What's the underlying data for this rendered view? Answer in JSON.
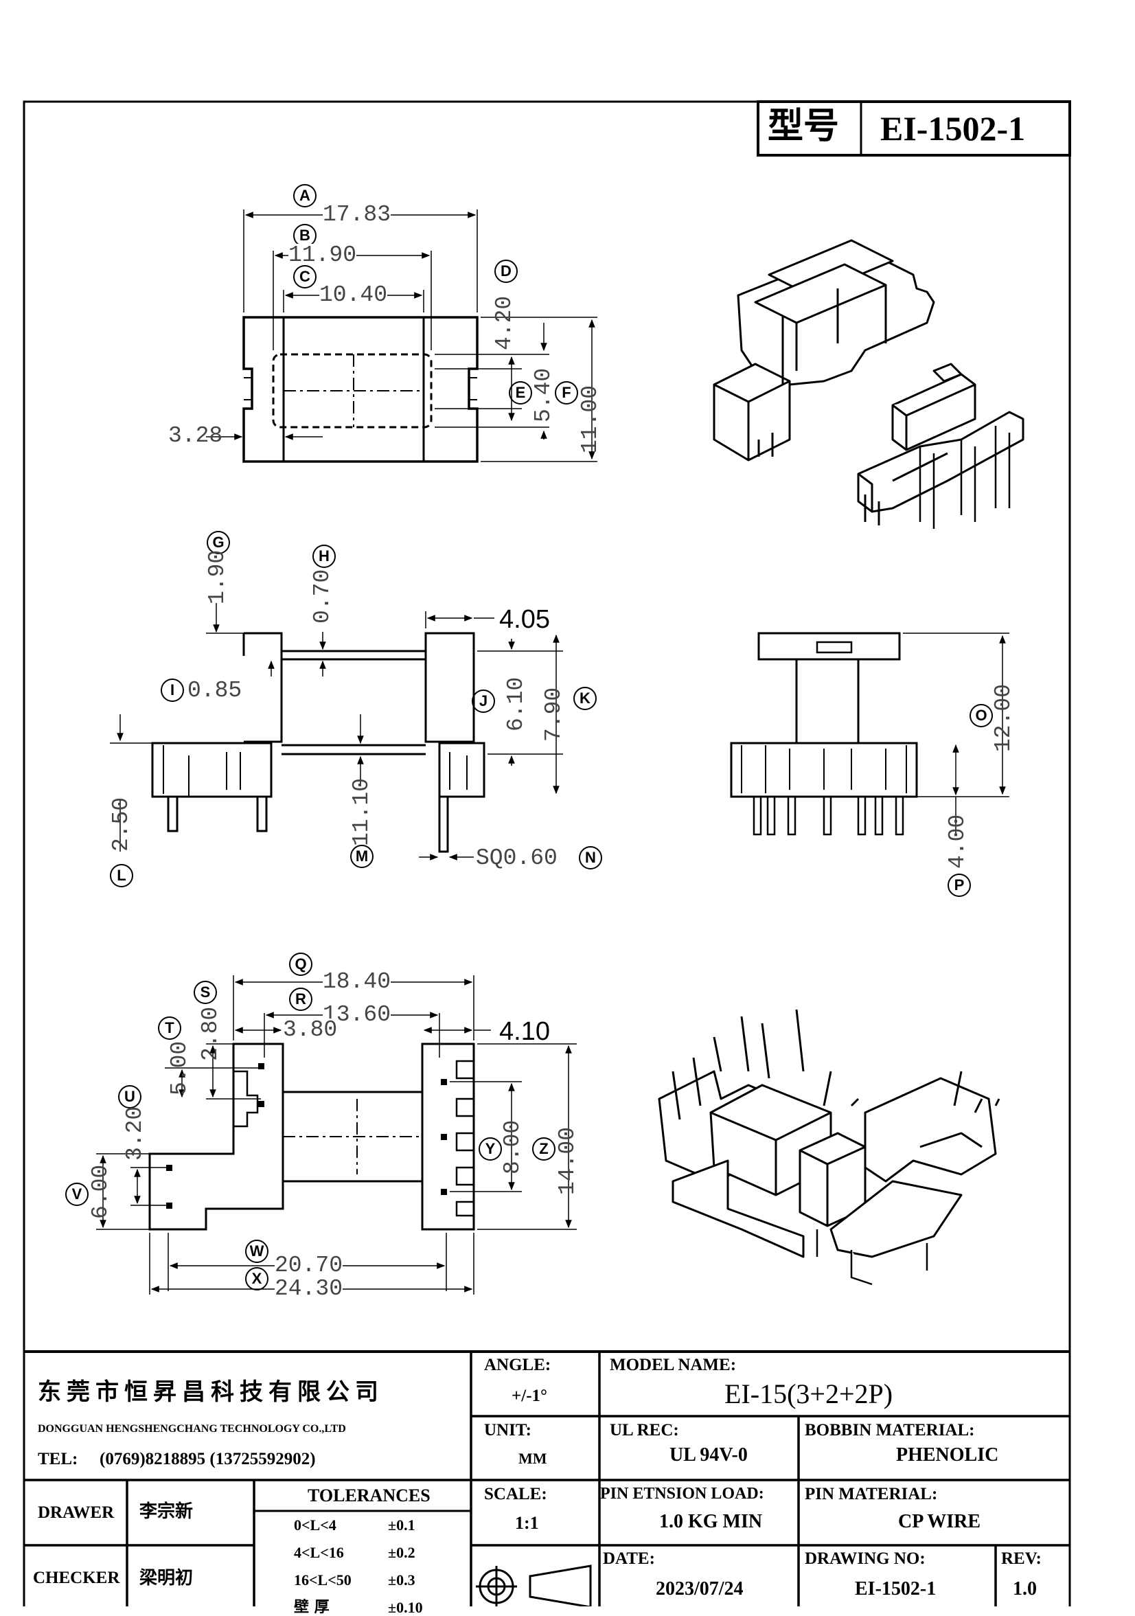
{
  "header": {
    "model_label": "型号",
    "model_value": "EI-1502-1"
  },
  "dimensions": {
    "A": "17.83",
    "B": "11.90",
    "C": "10.40",
    "D": "4.20",
    "E": "5.40",
    "F": "11.00",
    "left_width": "3.28",
    "G": "1.90",
    "H": "0.70",
    "I": "0.85",
    "top_right": "4.05",
    "J": "6.10",
    "K": "7.90",
    "L": "2.50",
    "M": "11.10",
    "N": "SQ0.60",
    "O": "12.00",
    "P": "4.00",
    "Q": "18.40",
    "R": "13.60",
    "S": "3.80",
    "bottom_right": "4.10",
    "T": "2.80",
    "U": "5.00",
    "V": "6.00",
    "V2": "3.20",
    "Y": "8.00",
    "Z": "14.00",
    "W": "20.70",
    "X": "24.30"
  },
  "labels": {
    "A": "A",
    "B": "B",
    "C": "C",
    "D": "D",
    "E": "E",
    "F": "F",
    "G": "G",
    "H": "H",
    "I": "I",
    "J": "J",
    "K": "K",
    "L": "L",
    "M": "M",
    "N": "N",
    "O": "O",
    "P": "P",
    "Q": "Q",
    "R": "R",
    "S": "S",
    "T": "T",
    "U": "U",
    "V": "V",
    "W": "W",
    "X": "X",
    "Y": "Y",
    "Z": "Z"
  },
  "title_block": {
    "company_cn": "东莞市恒昇昌科技有限公司",
    "company_en": "DONGGUAN HENGSHENGCHANG  TECHNOLOGY CO.,LTD",
    "tel_label": "TEL:",
    "tel_value": "(0769)8218895 (13725592902)",
    "angle_label": "ANGLE:",
    "angle_value": "+/-1°",
    "model_name_label": "MODEL NAME:",
    "model_name_value": "EI-15(3+2+2P)",
    "unit_label": "UNIT:",
    "unit_value": "MM",
    "ul_label": "UL REC:",
    "ul_value": "UL 94V-0",
    "bobbin_label": "BOBBIN MATERIAL:",
    "bobbin_value": "PHENOLIC",
    "drawer_label": "DRAWER",
    "drawer_value": "李宗新",
    "checker_label": "CHECKER",
    "checker_value": "梁明初",
    "tolerances_label": "TOLERANCES",
    "tolerances": [
      {
        "range": "0<L<4",
        "tol": "±0.1"
      },
      {
        "range": "4<L<16",
        "tol": "±0.2"
      },
      {
        "range": "16<L<50",
        "tol": "±0.3"
      },
      {
        "range": "壁   厚",
        "tol": "±0.10"
      }
    ],
    "scale_label": "SCALE:",
    "scale_value": "1:1",
    "pin_tension_label": "PIN ETNSION LOAD:",
    "pin_tension_value": "1.0 KG MIN",
    "pin_material_label": "PIN MATERIAL:",
    "pin_material_value": "CP WIRE",
    "date_label": "DATE:",
    "date_value": "2023/07/24",
    "drawing_no_label": "DRAWING NO:",
    "drawing_no_value": "EI-1502-1",
    "rev_label": "REV:",
    "rev_value": "1.0"
  }
}
